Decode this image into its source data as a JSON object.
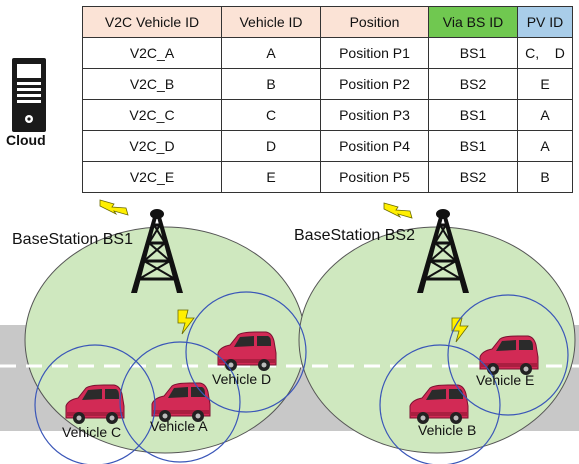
{
  "table": {
    "headers": [
      "V2C Vehicle ID",
      "Vehicle ID",
      "Position",
      "Via BS ID",
      "PV ID"
    ],
    "header_colors": [
      "#fbe3d6",
      "#fbe3d6",
      "#fbe3d6",
      "#70c850",
      "#a9cde9"
    ],
    "rows": [
      [
        "V2C_A",
        "A",
        "Position P1",
        "BS1",
        "C,    D"
      ],
      [
        "V2C_B",
        "B",
        "Position P2",
        "BS2",
        "E"
      ],
      [
        "V2C_C",
        "C",
        "Position P3",
        "BS1",
        "A"
      ],
      [
        "V2C_D",
        "D",
        "Position P4",
        "BS1",
        "A"
      ],
      [
        "V2C_E",
        "E",
        "Position P5",
        "BS2",
        "B"
      ]
    ]
  },
  "cloud": {
    "label": "Cloud",
    "icon": "server-icon"
  },
  "base_stations": [
    {
      "label": "BaseStation BS1"
    },
    {
      "label": "BaseStation BS2"
    }
  ],
  "vehicles": [
    {
      "label": "Vehicle A"
    },
    {
      "label": "Vehicle B"
    },
    {
      "label": "Vehicle C"
    },
    {
      "label": "Vehicle D"
    },
    {
      "label": "Vehicle E"
    }
  ],
  "colors": {
    "coverage_fill": "#cfe8bf",
    "road": "#c8c8c8",
    "lightning": "#ffef00",
    "car_body": "#d22a55",
    "range_circle": "#3a56b8"
  }
}
